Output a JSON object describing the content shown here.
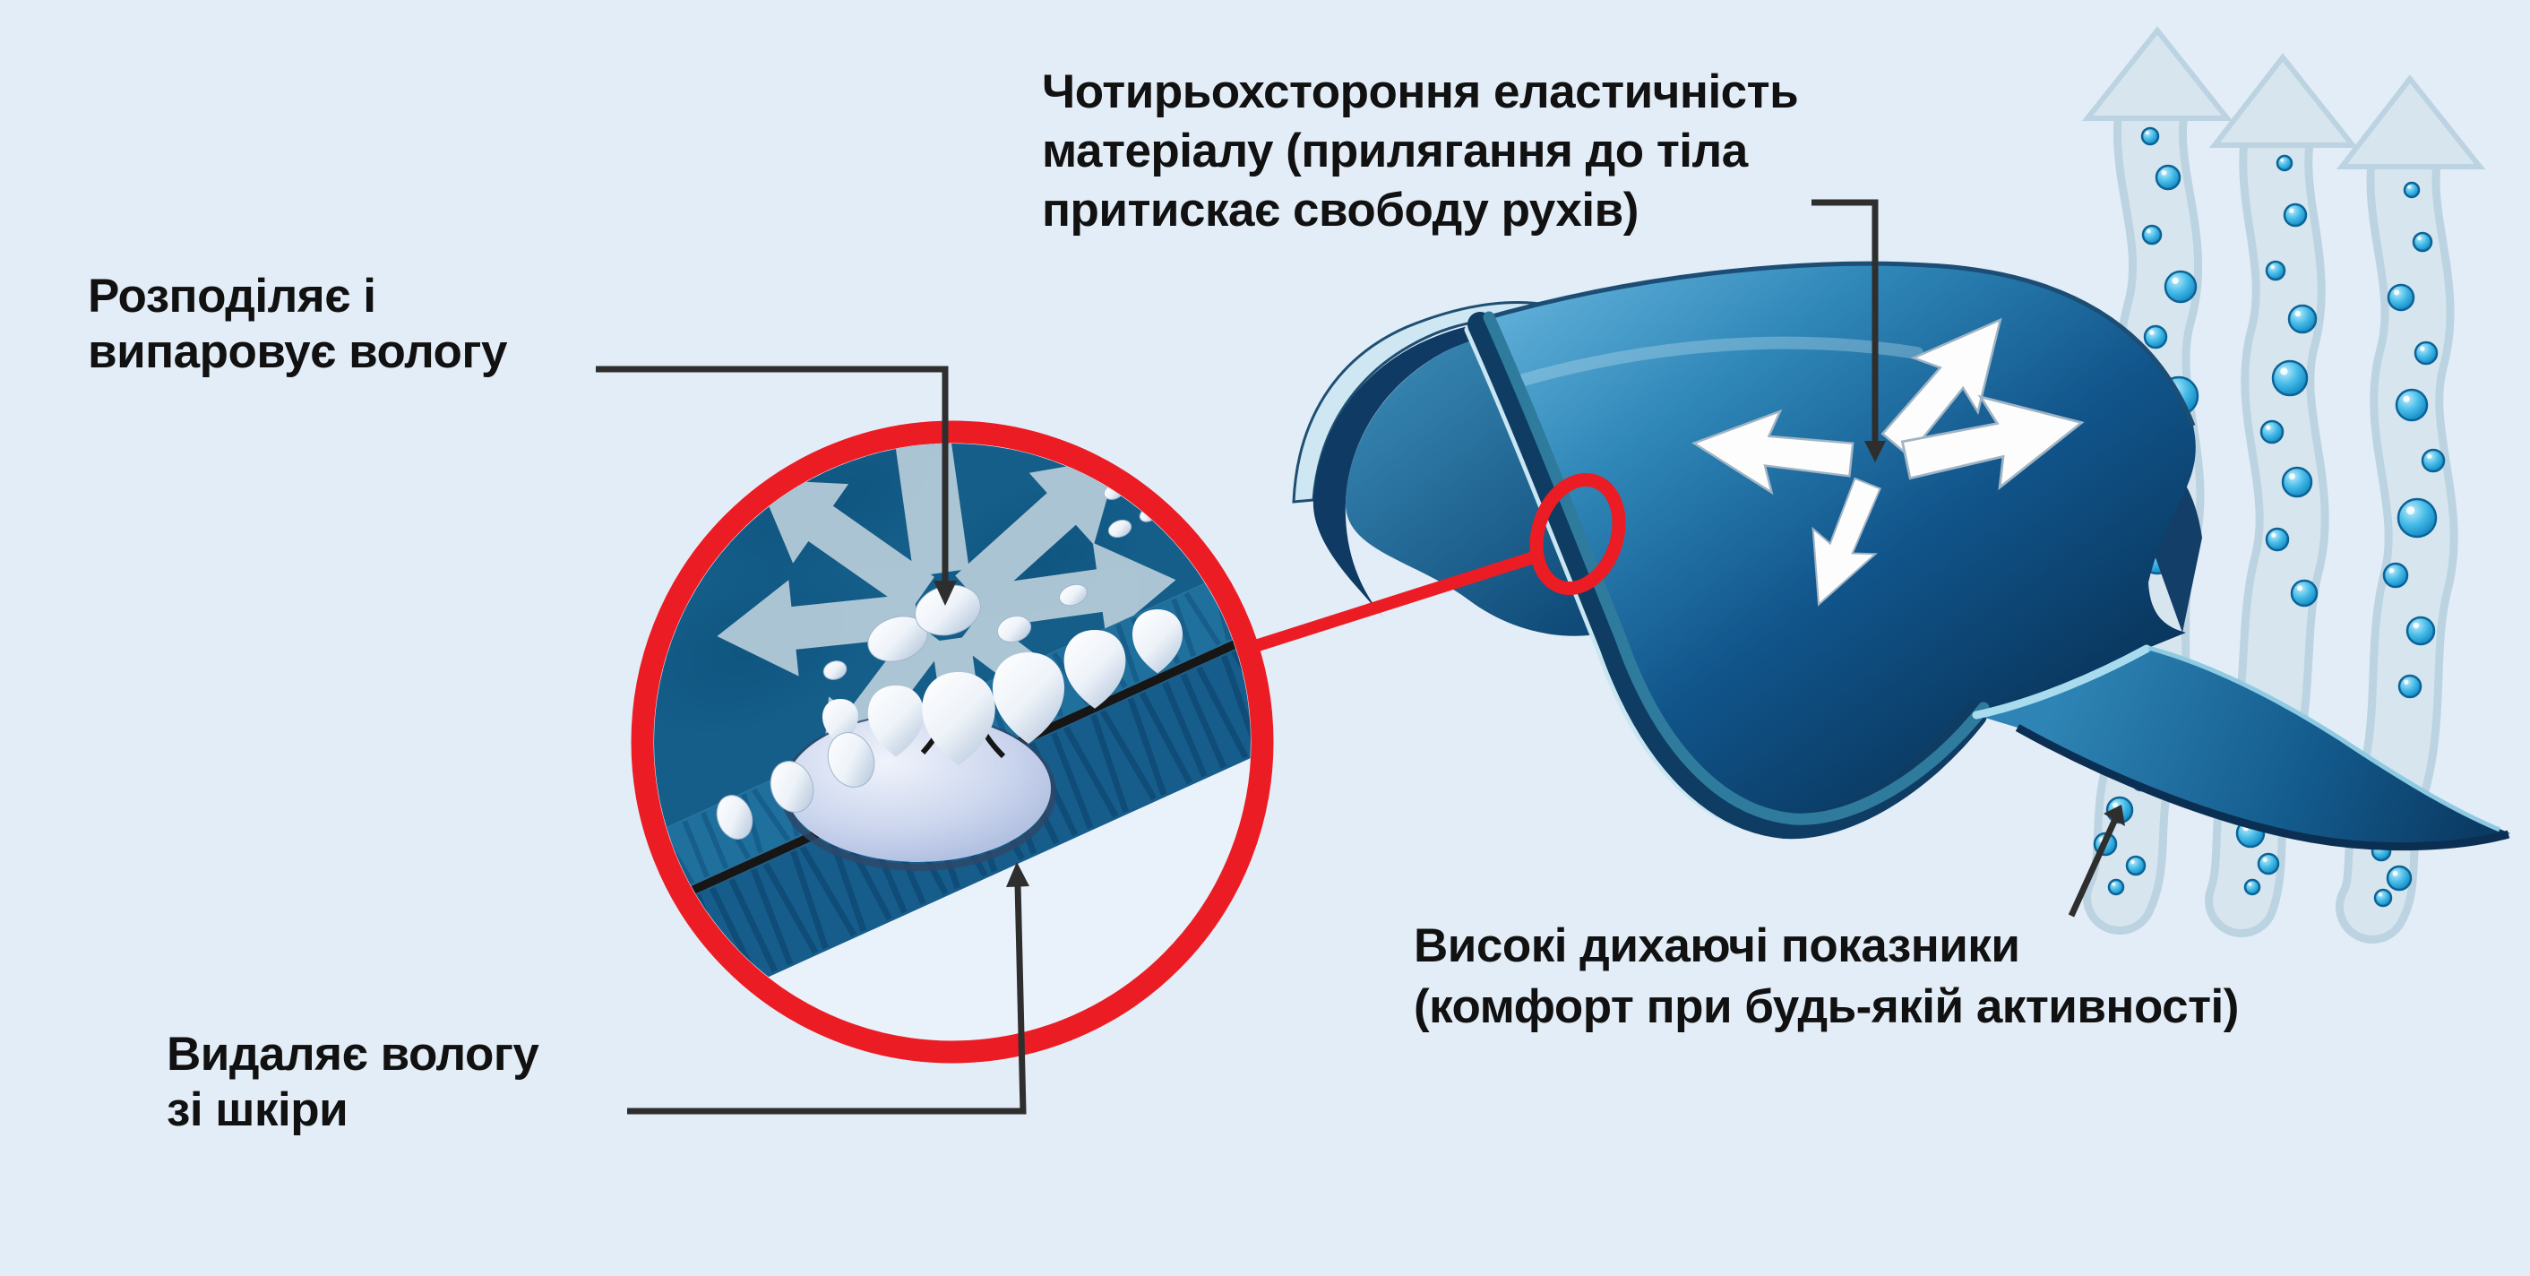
{
  "title": "Fabric technology infographic",
  "labels": {
    "elasticity": {
      "line1": "Чотирьохстороння еластичність",
      "line2": "матеріалу (прилягання до тіла",
      "line3": "притискає свободу рухів)"
    },
    "distributes": {
      "line1": "Розподіляє і",
      "line2": "випаровує вологу"
    },
    "removes": {
      "line1": "Видаляє вологу",
      "line2": "зі шкіри"
    },
    "breathable": {
      "line1": "Високі дихаючі показники",
      "line2": "(комфорт при будь-якій активності)"
    }
  },
  "colors": {
    "background": "#e3edf7",
    "text": "#111111",
    "accent_red": "#ec1c24",
    "connector_dark": "#333333",
    "fabric_light": "#66b5dd",
    "fabric_blue": "#1c6ea5",
    "fabric_navy": "#0c3a64",
    "vapor_band": "#d7e5ef",
    "bubble_blue": "#2aa9dd",
    "droplet_white": "#ffffff"
  }
}
